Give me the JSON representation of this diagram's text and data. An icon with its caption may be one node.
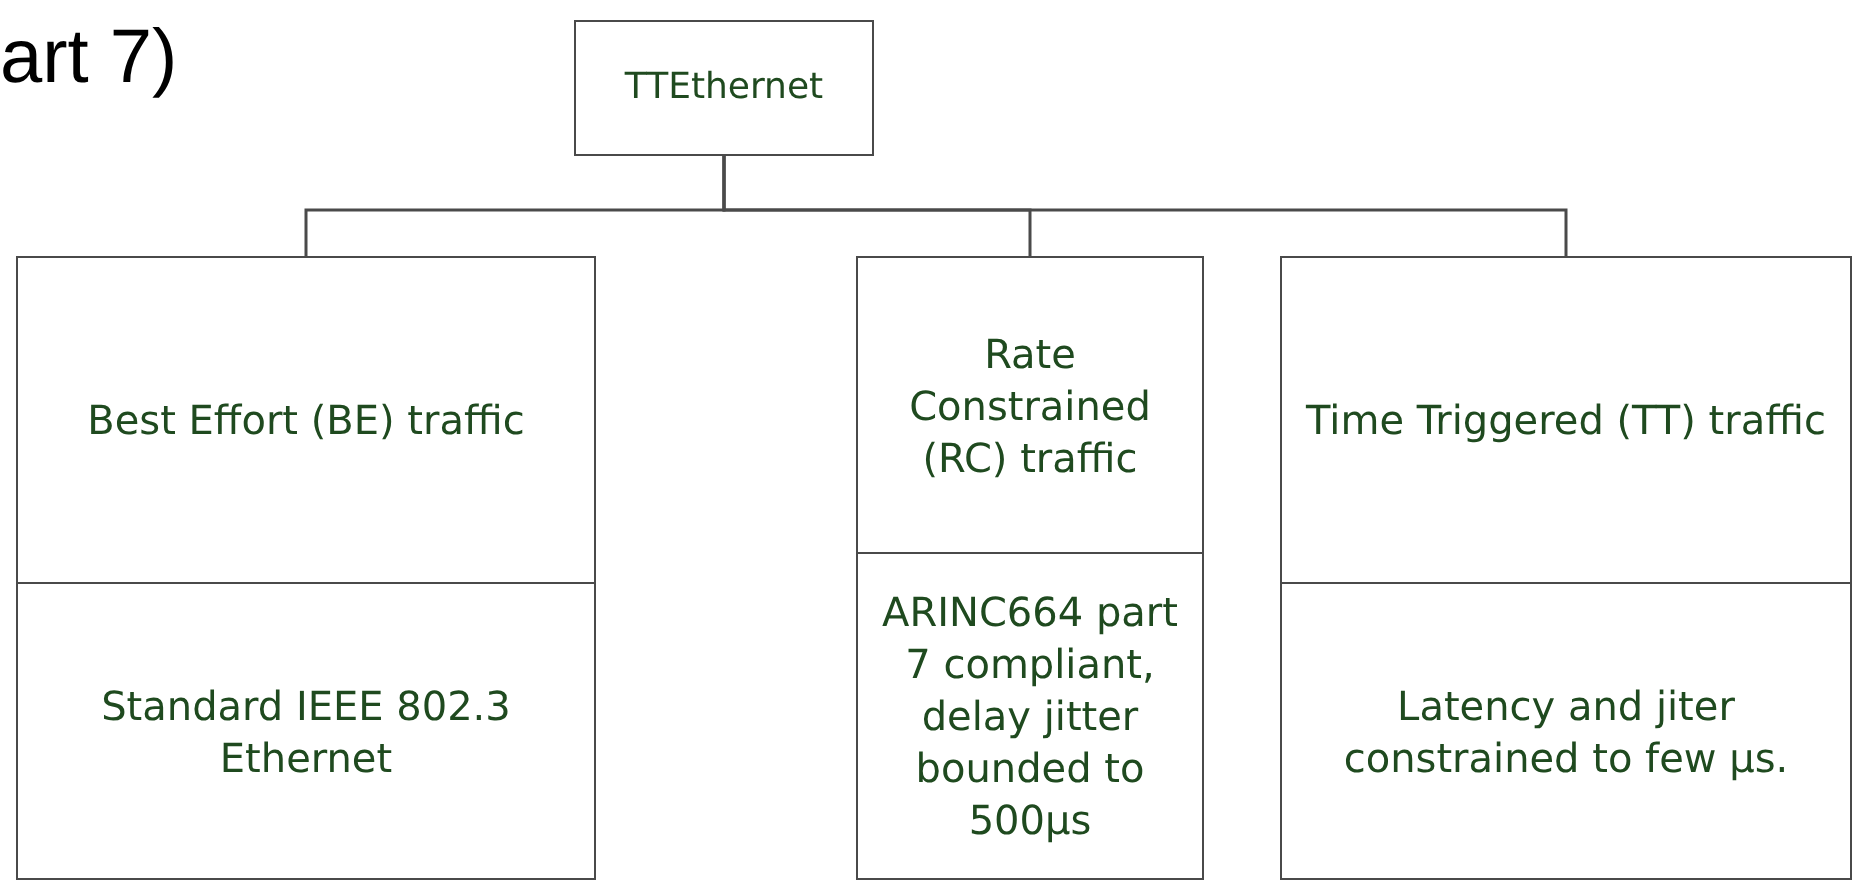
{
  "diagram": {
    "nodes": [
      {
        "text": [
          "TTEthernet"
        ]
      },
      {
        "text": [
          "Best Effort (BE) traffic",
          "Standard IEEE 802.3 Ethernet"
        ]
      },
      {
        "text": [
          "Rate Constrained (RC) traffic",
          "ARINC664 part 7 compliant, delay jitter bounded to 500µs"
        ]
      },
      {
        "text": [
          "Time Triggered (TT) traffic",
          "Latency and jiter constrained to few µs."
        ]
      }
    ],
    "edges": [
      {
        "from": 0,
        "to": 1,
        "arrow": "none"
      },
      {
        "from": 0,
        "to": 2,
        "arrow": "none"
      },
      {
        "from": 0,
        "to": 3,
        "arrow": "none"
      }
    ],
    "labels": [
      "art 7)"
    ]
  }
}
